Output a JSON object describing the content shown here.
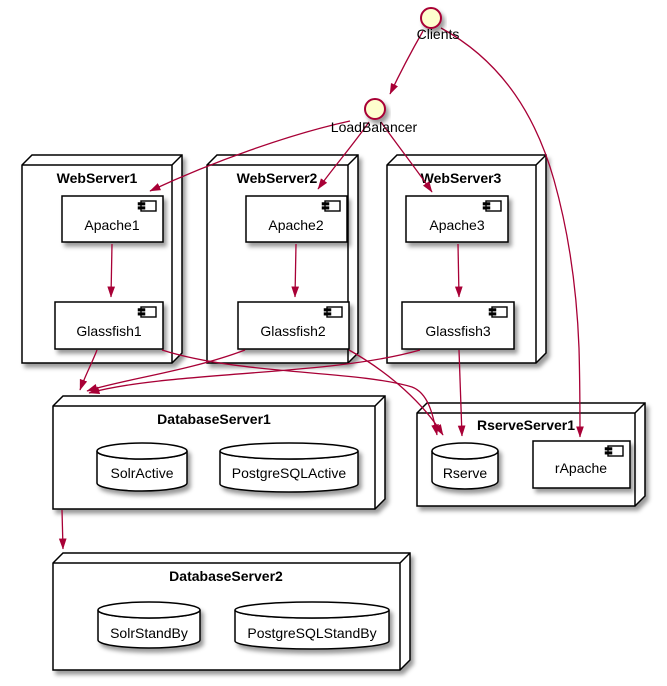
{
  "colors": {
    "edge": "#A80036",
    "interface_fill": "#FEFECE",
    "interface_border": "#A80036",
    "shape_fill": "#FFFFFF",
    "shape_border": "#000000",
    "background": "#FFFFFF"
  },
  "interfaces": {
    "clients": {
      "label": "Clients"
    },
    "loadbalancer": {
      "label": "LoadBalancer"
    }
  },
  "nodes": {
    "webserver1": {
      "label": "WebServer1",
      "components": {
        "apache1": {
          "label": "Apache1"
        },
        "glassfish1": {
          "label": "Glassfish1"
        }
      }
    },
    "webserver2": {
      "label": "WebServer2",
      "components": {
        "apache2": {
          "label": "Apache2"
        },
        "glassfish2": {
          "label": "Glassfish2"
        }
      }
    },
    "webserver3": {
      "label": "WebServer3",
      "components": {
        "apache3": {
          "label": "Apache3"
        },
        "glassfish3": {
          "label": "Glassfish3"
        }
      }
    },
    "databaseserver1": {
      "label": "DatabaseServer1",
      "databases": {
        "solractive": {
          "label": "SolrActive"
        },
        "postgresqlactive": {
          "label": "PostgreSQLActive"
        }
      }
    },
    "rserveserver1": {
      "label": "RserveServer1",
      "databases": {
        "rserve": {
          "label": "Rserve"
        }
      },
      "components": {
        "rapache": {
          "label": "rApache"
        }
      }
    },
    "databaseserver2": {
      "label": "DatabaseServer2",
      "databases": {
        "solrstandby": {
          "label": "SolrStandBy"
        },
        "postgresqlstandby": {
          "label": "PostgreSQLStandBy"
        }
      }
    }
  },
  "edges": [
    {
      "from": "Clients",
      "to": "LoadBalancer"
    },
    {
      "from": "Clients",
      "to": "rApache"
    },
    {
      "from": "LoadBalancer",
      "to": "Apache1"
    },
    {
      "from": "LoadBalancer",
      "to": "Apache2"
    },
    {
      "from": "LoadBalancer",
      "to": "Apache3"
    },
    {
      "from": "Apache1",
      "to": "Glassfish1"
    },
    {
      "from": "Apache2",
      "to": "Glassfish2"
    },
    {
      "from": "Apache3",
      "to": "Glassfish3"
    },
    {
      "from": "Glassfish1",
      "to": "DatabaseServer1"
    },
    {
      "from": "Glassfish2",
      "to": "DatabaseServer1"
    },
    {
      "from": "Glassfish3",
      "to": "DatabaseServer1"
    },
    {
      "from": "Glassfish1",
      "to": "Rserve"
    },
    {
      "from": "Glassfish2",
      "to": "Rserve"
    },
    {
      "from": "Glassfish3",
      "to": "Rserve"
    },
    {
      "from": "DatabaseServer1",
      "to": "DatabaseServer2"
    }
  ]
}
